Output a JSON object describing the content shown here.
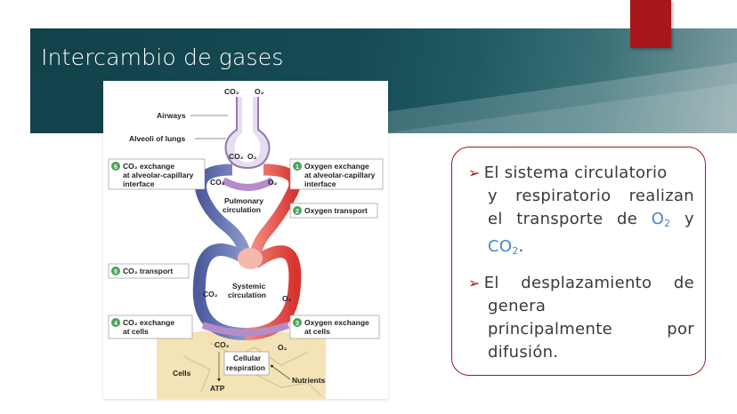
{
  "slide": {
    "title": "Intercambio de gases"
  },
  "diagram": {
    "top_co2": "CO₂",
    "top_o2": "O₂",
    "airways": "Airways",
    "alveoli": "Alveoli of lungs",
    "alv_co2": "CO₂",
    "alv_o2": "O₂",
    "pul_co2": "CO₂",
    "pul_o2": "O₂",
    "step6_num": "6",
    "step6_line1": "CO₂ exchange",
    "step6_line2": "at alveolar-capillary",
    "step6_line3": "interface",
    "step1_num": "1",
    "step1_line1": "Oxygen exchange",
    "step1_line2": "at alveolar-capillary",
    "step1_line3": "interface",
    "pulmonary_line1": "Pulmonary",
    "pulmonary_line2": "circulation",
    "step2_num": "2",
    "step2_label": "Oxygen transport",
    "step5_num": "5",
    "step5_label": "CO₂ transport",
    "systemic_line1": "Systemic",
    "systemic_line2": "circulation",
    "sys_co2": "CO₂",
    "sys_o2": "O₂",
    "step4_num": "4",
    "step4_line1": "CO₂ exchange",
    "step4_line2": "at cells",
    "step3_num": "3",
    "step3_line1": "Oxygen exchange",
    "step3_line2": "at cells",
    "cell_co2": "CO₂",
    "cell_o2": "O₂",
    "cellular_line1": "Cellular",
    "cellular_line2": "respiration",
    "cells": "Cells",
    "atp": "ATP",
    "nutrients": "Nutrients"
  },
  "text_box": {
    "bullet1": {
      "line1": "El sistema circulatorio",
      "line2_a": "y",
      "line2_b": "respiratorio",
      "line2_c": "realizan",
      "line3_a": "el",
      "line3_b": "transporte",
      "line3_c": "de",
      "line3_d": "O",
      "line3_d_sub": "2",
      "line3_e": "y",
      "line4": "CO",
      "line4_sub": "2",
      "line4_end": "."
    },
    "bullet2": {
      "line1_a": "El",
      "line1_b": "desplazamiento",
      "line1_c": "de",
      "line2": "genera",
      "line3_a": "principalmente",
      "line3_b": "por",
      "line4": "difusión."
    }
  },
  "colors": {
    "accent_red": "#a8171c",
    "band_teal": "#164b55",
    "vein_blue": "#5f6fae",
    "artery_red": "#e0504a",
    "gas_blue": "#4a86c8"
  }
}
